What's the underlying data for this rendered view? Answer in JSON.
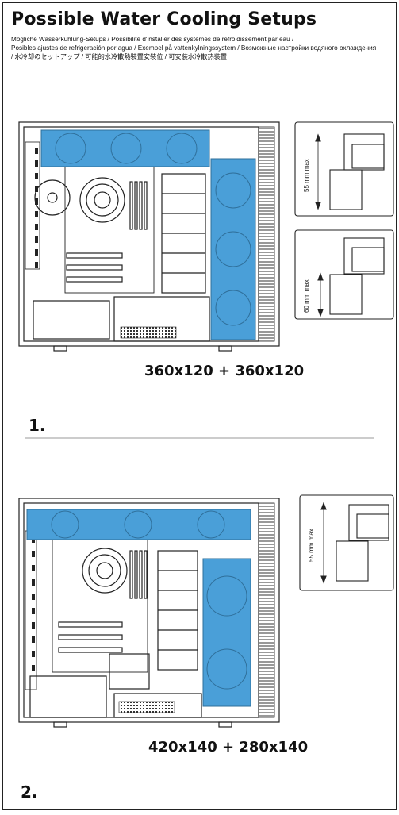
{
  "header": {
    "title": "Possible Water Cooling Setups",
    "subtitle_lines": [
      "Mögliche Wasserkühlung-Setups  / Possibilité d'installer des systèmes de refroidissement par eau /",
      "Posibles ajustes de refrigeración por agua / Exempel på vattenkylningssystem / Возможные настройки водяного охлаждения",
      "/ 水冷却のセットアップ / 可能的水冷散熱裝置安裝位 / 可安装水冷散热装置"
    ]
  },
  "setups": [
    {
      "number": "1.",
      "label": "360x120 + 360x120",
      "clearances": [
        "55 mm max",
        "60 mm max"
      ]
    },
    {
      "number": "2.",
      "label": "420x140 + 280x140",
      "clearances": [
        "55 mm max"
      ]
    }
  ],
  "colors": {
    "radiator": "#4a9fd8",
    "radiator_dark": "#2f6f9a",
    "outline": "#222222"
  }
}
